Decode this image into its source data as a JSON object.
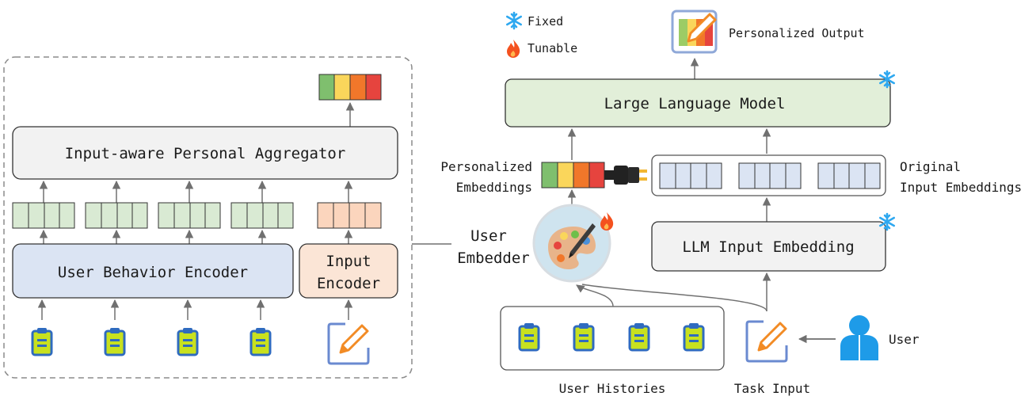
{
  "left_panel": {
    "aggregator_label": "Input-aware Personal Aggregator",
    "behavior_encoder_label": "User Behavior Encoder",
    "input_encoder_label_line1": "Input",
    "input_encoder_label_line2": "Encoder"
  },
  "user_embedder": {
    "label_line1": "User",
    "label_line2": "Embedder"
  },
  "right_panel": {
    "llm_label": "Large Language Model",
    "input_embedding_label": "LLM Input Embedding",
    "personalized_embeddings_line1": "Personalized",
    "personalized_embeddings_line2": "Embeddings",
    "original_embeddings_line1": "Original",
    "original_embeddings_line2": "Input Embeddings",
    "output_label": "Personalized Output",
    "user_histories_label": "User Histories",
    "task_input_label": "Task Input",
    "user_label": "User"
  },
  "legend": {
    "fixed_label": "Fixed",
    "tunable_label": "Tunable"
  },
  "colors": {
    "green_cell": "#d9ead3",
    "blue_box": "#dbe4f3",
    "peach_box": "#fbe5d6",
    "llm_green": "#e2efd9",
    "gray_box": "#f2f2f2",
    "bar_green": "#7fbf6e",
    "bar_yellow": "#fad65b",
    "bar_orange": "#f1772a",
    "bar_red": "#e6443e",
    "doc_blue": "#2f6bbf",
    "doc_lime": "#c8e11f",
    "snowflake": "#2ea8f0",
    "fire": "#f4511e"
  },
  "icons": [
    "snowflake-icon",
    "fire-icon",
    "clipboard-icon",
    "pencil-note-icon",
    "palette-icon",
    "plug-icon",
    "user-icon",
    "output-icon"
  ]
}
